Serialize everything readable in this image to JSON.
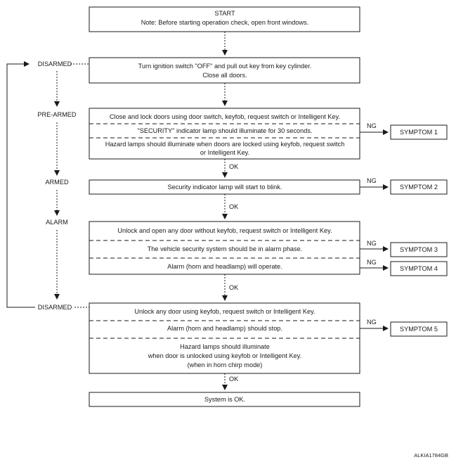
{
  "start_box": {
    "title": "START",
    "note": "Note: Before starting operation check, open front windows."
  },
  "states": {
    "disarmed_1": "DISARMED",
    "pre_armed": "PRE-ARMED",
    "armed": "ARMED",
    "alarm": "ALARM",
    "disarmed_2": "DISARMED"
  },
  "steps": {
    "ignition": {
      "line1": "Turn ignition switch \"OFF\" and pull out key from key cylinder.",
      "line2": "Close all doors."
    },
    "pre_armed": {
      "row1": "Close and lock doors using door switch, keyfob, request switch or Intelligent Key.",
      "row2": "\"SECURITY\" indicator lamp should illuminate for 30 seconds.",
      "row3_line1": "Hazard lamps should illuminate when doors are locked using keyfob, request switch",
      "row3_line2": "or Intelligent Key."
    },
    "armed": {
      "row1": "Security indicator lamp will start to blink."
    },
    "alarm": {
      "row1": "Unlock and open any door without keyfob, request switch or Intelligent Key.",
      "row2": "The vehicle security system should be in alarm phase.",
      "row3": "Alarm (horn and headlamp) will operate."
    },
    "disarm": {
      "row1": "Unlock any door using keyfob, request switch or Intelligent Key.",
      "row2": "Alarm (horn and headlamp) should stop.",
      "row3_line1": "Hazard lamps should illuminate",
      "row3_line2": "when door is unlocked using keyfob or Intelligent Key.",
      "row3_line3": "(when in horn chirp mode)"
    },
    "end": "System is OK."
  },
  "branch_labels": {
    "ok": "OK",
    "ng": "NG"
  },
  "symptoms": {
    "s1": "SYMPTOM 1",
    "s2": "SYMPTOM 2",
    "s3": "SYMPTOM 3",
    "s4": "SYMPTOM 4",
    "s5": "SYMPTOM 5"
  },
  "figure_code": "ALKIA1784GB"
}
